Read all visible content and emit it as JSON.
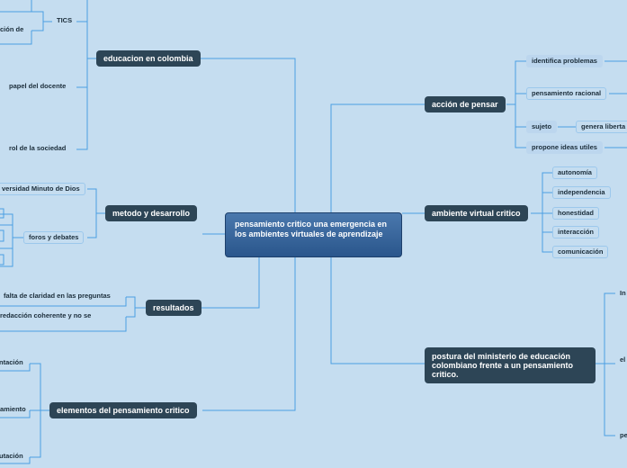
{
  "center": {
    "title": "pensamiento critico una emergencia en los ambientes virtuales de aprendizaje"
  },
  "left": {
    "educacion": {
      "label": "educacion en colombia",
      "children": [
        "TICS",
        "papel del docente",
        "rol de la sociedad"
      ],
      "fragment": "ción de"
    },
    "metodo": {
      "label": "metodo y desarrollo",
      "children": [
        "versidad Minuto de Dios",
        "foros y debates"
      ]
    },
    "resultados": {
      "label": "resultados",
      "children": [
        "falta de claridad en las preguntas",
        "redacción coherente y no se"
      ]
    },
    "elementos": {
      "label": "elementos del pensamiento critico",
      "children": [
        "ntación",
        "amiento",
        "utación"
      ]
    }
  },
  "right": {
    "accion": {
      "label": "acción de pensar",
      "children": [
        "identifica problemas",
        "pensamiento racional",
        "sujeto",
        "propone ideas utiles"
      ],
      "grandchild": "genera liberta"
    },
    "ambiente": {
      "label": "ambiente virtual critico",
      "children": [
        "autonomía",
        "independencia",
        "honestidad",
        "interacción",
        "comunicación"
      ]
    },
    "postura": {
      "label": "postura del ministerio de educación colombiano frente a un pensamiento critico.",
      "children": [
        "In",
        "el",
        "pe"
      ]
    }
  }
}
